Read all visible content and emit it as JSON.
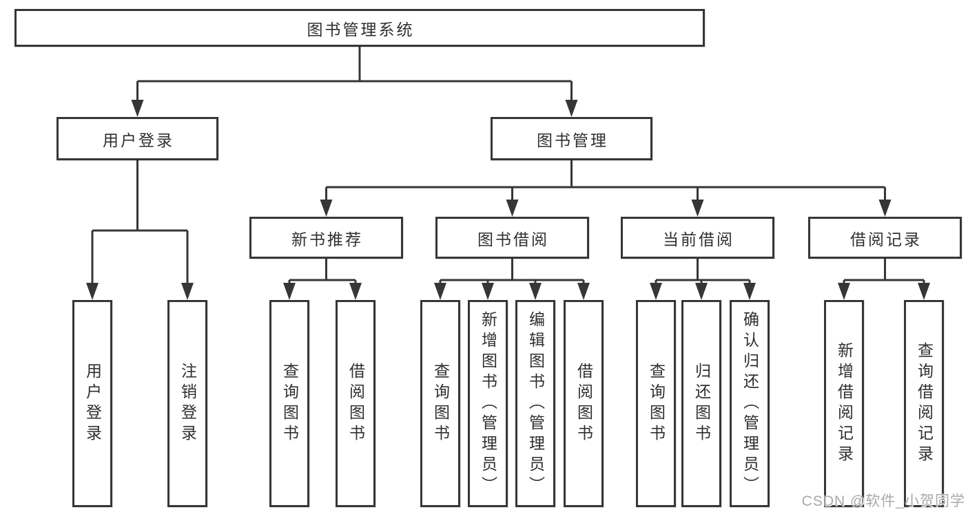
{
  "tree": {
    "label": "图书管理系统",
    "children": [
      {
        "label": "用户登录",
        "children": [
          {
            "label": "用户登录"
          },
          {
            "label": "注销登录"
          }
        ]
      },
      {
        "label": "图书管理",
        "children": [
          {
            "label": "新书推荐",
            "children": [
              {
                "label": "查询图书"
              },
              {
                "label": "借阅图书"
              }
            ]
          },
          {
            "label": "图书借阅",
            "children": [
              {
                "label": "查询图书"
              },
              {
                "label": "新增图书（管理员）"
              },
              {
                "label": "编辑图书（管理员）"
              },
              {
                "label": "借阅图书"
              }
            ]
          },
          {
            "label": "当前借阅",
            "children": [
              {
                "label": "查询图书"
              },
              {
                "label": "归还图书"
              },
              {
                "label": "确认归还（管理员）"
              }
            ]
          },
          {
            "label": "借阅记录",
            "children": [
              {
                "label": "新增借阅记录"
              },
              {
                "label": "查询借阅记录"
              }
            ]
          }
        ]
      }
    ]
  },
  "watermark": "CSDN @软件_小贺同学",
  "colors": {
    "line": "#363636",
    "text": "#2f2f2f",
    "watermark": "#a9a9a9",
    "background": "#ffffff"
  }
}
